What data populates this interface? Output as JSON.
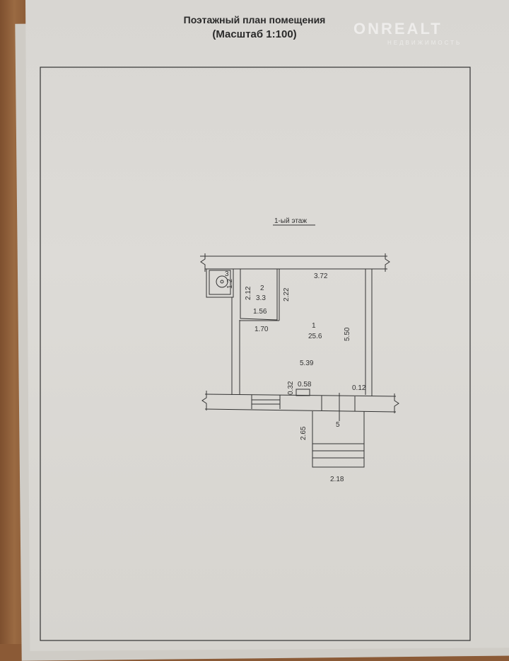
{
  "document": {
    "title": "Поэтажный план помещения",
    "scale": "(Масштаб 1:100)",
    "floor_label": "1-ый этаж",
    "watermark": {
      "brand": "ONREALT",
      "subtitle": "НЕДВИЖИМОСТЬ"
    }
  },
  "plan": {
    "rooms": [
      {
        "number": "1",
        "area": "25.6"
      },
      {
        "number": "2",
        "area": "3.3"
      },
      {
        "number": "3",
        "area": "1.2"
      }
    ],
    "dimensions": {
      "d372": "3.72",
      "d212": "2.12",
      "d222": "2.22",
      "d156": "1.56",
      "d170": "1.70",
      "d550": "5.50",
      "d539": "5.39",
      "d032": "0.32",
      "d058": "0.58",
      "d012": "0.12",
      "d265": "2.65",
      "d218": "2.18"
    },
    "entrance_number": "5"
  }
}
